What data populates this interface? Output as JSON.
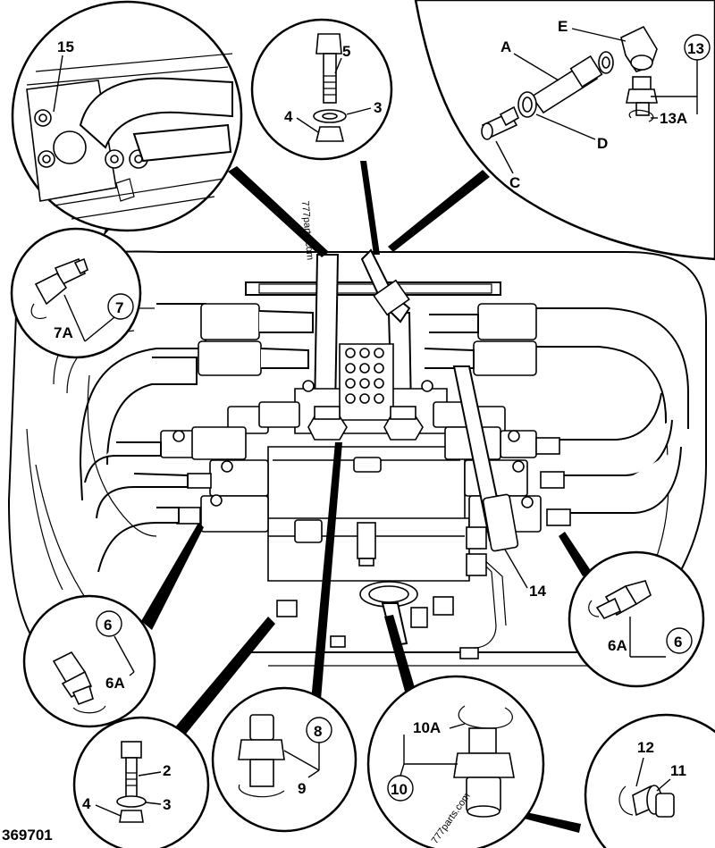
{
  "figure_code": "369701",
  "watermark": "777parts.com",
  "callouts": {
    "c15": "15",
    "c5": "5",
    "c4a": "4",
    "c3a": "3",
    "cA": "A",
    "cE": "E",
    "c13": "13",
    "c13A": "13A",
    "cD": "D",
    "cC": "C",
    "c7": "7",
    "c7A": "7A",
    "c14": "14",
    "c6L": "6",
    "c6AL": "6A",
    "c6R": "6",
    "c6AR": "6A",
    "c8": "8",
    "c9": "9",
    "c2": "2",
    "c4b": "4",
    "c3b": "3",
    "c10A": "10A",
    "c10": "10",
    "c12": "12",
    "c11": "11"
  }
}
